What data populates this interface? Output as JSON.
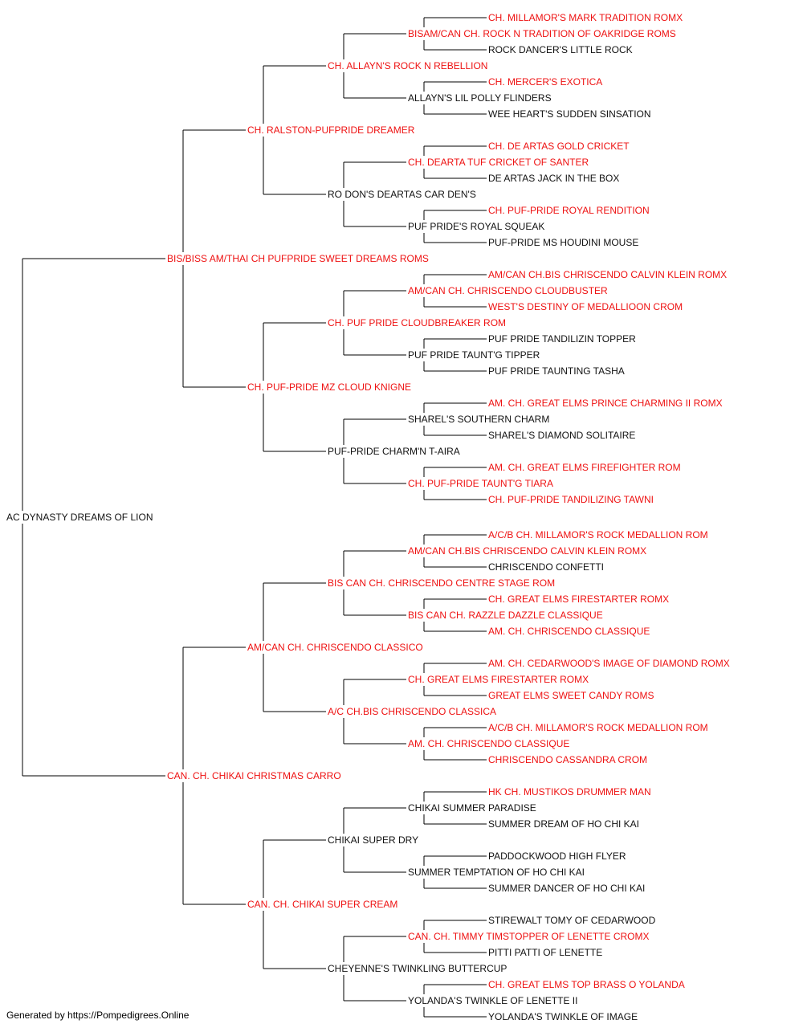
{
  "colors": {
    "titled": "#ee1111",
    "untitled": "#111111",
    "line": "#000000"
  },
  "footer": "Generated by https://Pompedigrees.Online",
  "pedigree": {
    "name": "AC DYNASTY DREAMS OF LION",
    "titled": false,
    "sire": {
      "name": "BIS/BISS AM/THAI CH PUFPRIDE SWEET DREAMS ROMS",
      "titled": true,
      "sire": {
        "name": "CH. RALSTON-PUFPRIDE DREAMER",
        "titled": true,
        "sire": {
          "name": "CH. ALLAYN'S ROCK N REBELLION",
          "titled": true,
          "sire": {
            "name": "BISAM/CAN CH. ROCK N TRADITION OF OAKRIDGE ROMS",
            "titled": true,
            "sire": {
              "name": "CH. MILLAMOR'S MARK TRADITION ROMX",
              "titled": true
            },
            "dam": {
              "name": "ROCK DANCER'S LITTLE ROCK",
              "titled": false
            }
          },
          "dam": {
            "name": "ALLAYN'S LIL POLLY FLINDERS",
            "titled": false,
            "sire": {
              "name": "CH. MERCER'S EXOTICA",
              "titled": true
            },
            "dam": {
              "name": "WEE HEART'S SUDDEN SINSATION",
              "titled": false
            }
          }
        },
        "dam": {
          "name": "RO DON'S DEARTAS CAR DEN'S",
          "titled": false,
          "sire": {
            "name": "CH. DEARTA TUF CRICKET OF SANTER",
            "titled": true,
            "sire": {
              "name": "CH. DE ARTAS GOLD CRICKET",
              "titled": true
            },
            "dam": {
              "name": "DE ARTAS JACK IN THE BOX",
              "titled": false
            }
          },
          "dam": {
            "name": "PUF PRIDE'S ROYAL SQUEAK",
            "titled": false,
            "sire": {
              "name": "CH. PUF-PRIDE ROYAL RENDITION",
              "titled": true
            },
            "dam": {
              "name": "PUF-PRIDE MS HOUDINI MOUSE",
              "titled": false
            }
          }
        }
      },
      "dam": {
        "name": "CH. PUF-PRIDE MZ CLOUD KNIGNE",
        "titled": true,
        "sire": {
          "name": "CH. PUF PRIDE CLOUDBREAKER ROM",
          "titled": true,
          "sire": {
            "name": "AM/CAN CH. CHRISCENDO CLOUDBUSTER",
            "titled": true,
            "sire": {
              "name": "AM/CAN CH.BIS CHRISCENDO CALVIN KLEIN ROMX",
              "titled": true
            },
            "dam": {
              "name": "WEST'S DESTINY OF MEDALLIOON CROM",
              "titled": true
            }
          },
          "dam": {
            "name": "PUF PRIDE TAUNT'G TIPPER",
            "titled": false,
            "sire": {
              "name": "PUF PRIDE TANDILIZIN TOPPER",
              "titled": false
            },
            "dam": {
              "name": "PUF PRIDE TAUNTING TASHA",
              "titled": false
            }
          }
        },
        "dam": {
          "name": "PUF-PRIDE CHARM'N T-AIRA",
          "titled": false,
          "sire": {
            "name": "SHAREL'S SOUTHERN CHARM",
            "titled": false,
            "sire": {
              "name": "AM. CH. GREAT ELMS PRINCE CHARMING II ROMX",
              "titled": true
            },
            "dam": {
              "name": "SHAREL'S DIAMOND SOLITAIRE",
              "titled": false
            }
          },
          "dam": {
            "name": "CH. PUF-PRIDE TAUNT'G TIARA",
            "titled": true,
            "sire": {
              "name": "AM. CH. GREAT ELMS FIREFIGHTER ROM",
              "titled": true
            },
            "dam": {
              "name": "CH. PUF-PRIDE TANDILIZING TAWNI",
              "titled": true
            }
          }
        }
      }
    },
    "dam": {
      "name": "CAN. CH. CHIKAI CHRISTMAS CARRO",
      "titled": true,
      "sire": {
        "name": "AM/CAN CH. CHRISCENDO CLASSICO",
        "titled": true,
        "sire": {
          "name": "BIS CAN CH. CHRISCENDO CENTRE STAGE ROM",
          "titled": true,
          "sire": {
            "name": "AM/CAN CH.BIS CHRISCENDO CALVIN KLEIN ROMX",
            "titled": true,
            "sire": {
              "name": "A/C/B CH. MILLAMOR'S ROCK MEDALLION ROM",
              "titled": true
            },
            "dam": {
              "name": "CHRISCENDO CONFETTI",
              "titled": false
            }
          },
          "dam": {
            "name": "BIS CAN CH. RAZZLE DAZZLE CLASSIQUE",
            "titled": true,
            "sire": {
              "name": "CH. GREAT ELMS FIRESTARTER ROMX",
              "titled": true
            },
            "dam": {
              "name": "AM. CH. CHRISCENDO CLASSIQUE",
              "titled": true
            }
          }
        },
        "dam": {
          "name": "A/C CH.BIS CHRISCENDO CLASSICA",
          "titled": true,
          "sire": {
            "name": "CH. GREAT ELMS FIRESTARTER ROMX",
            "titled": true,
            "sire": {
              "name": "AM. CH. CEDARWOOD'S IMAGE OF DIAMOND ROMX",
              "titled": true
            },
            "dam": {
              "name": "GREAT ELMS SWEET CANDY ROMS",
              "titled": true
            }
          },
          "dam": {
            "name": "AM. CH. CHRISCENDO CLASSIQUE",
            "titled": true,
            "sire": {
              "name": "A/C/B CH. MILLAMOR'S ROCK MEDALLION ROM",
              "titled": true
            },
            "dam": {
              "name": "CHRISCENDO CASSANDRA CROM",
              "titled": true
            }
          }
        }
      },
      "dam": {
        "name": "CAN. CH. CHIKAI SUPER CREAM",
        "titled": true,
        "sire": {
          "name": "CHIKAI SUPER DRY",
          "titled": false,
          "sire": {
            "name": "CHIKAI SUMMER PARADISE",
            "titled": false,
            "sire": {
              "name": "HK CH. MUSTIKOS DRUMMER MAN",
              "titled": true
            },
            "dam": {
              "name": "SUMMER DREAM OF HO CHI KAI",
              "titled": false
            }
          },
          "dam": {
            "name": "SUMMER TEMPTATION OF HO CHI KAI",
            "titled": false,
            "sire": {
              "name": "PADDOCKWOOD HIGH FLYER",
              "titled": false
            },
            "dam": {
              "name": "SUMMER DANCER OF HO CHI KAI",
              "titled": false
            }
          }
        },
        "dam": {
          "name": "CHEYENNE'S TWINKLING BUTTERCUP",
          "titled": false,
          "sire": {
            "name": "CAN. CH. TIMMY TIMSTOPPER OF LENETTE CROMX",
            "titled": true,
            "sire": {
              "name": "STIREWALT TOMY OF CEDARWOOD",
              "titled": false
            },
            "dam": {
              "name": "PITTI PATTI OF LENETTE",
              "titled": false
            }
          },
          "dam": {
            "name": "YOLANDA'S TWINKLE OF LENETTE II",
            "titled": false,
            "sire": {
              "name": "CH. GREAT ELMS TOP BRASS O YOLANDA",
              "titled": true
            },
            "dam": {
              "name": "YOLANDA'S TWINKLE OF IMAGE",
              "titled": false
            }
          }
        }
      }
    }
  }
}
